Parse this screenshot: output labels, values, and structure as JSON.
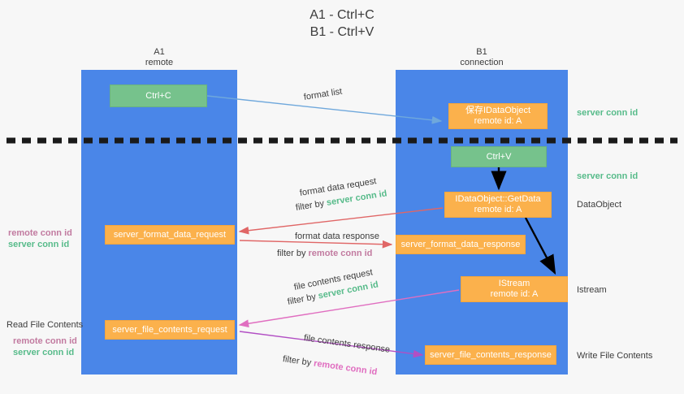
{
  "title": {
    "line1": "A1 - Ctrl+C",
    "line2": "B1 - Ctrl+V"
  },
  "lanes": [
    {
      "name": "A1",
      "sub": "remote",
      "color": "#4a86e8"
    },
    {
      "name": "B1",
      "sub": "connection",
      "color": "#4a86e8"
    }
  ],
  "colors": {
    "lane": "#4a86e8",
    "green_node": "#76c28c",
    "orange_node": "#fbb14c",
    "server_conn_id": "#57bb8a",
    "remote_conn_id": "#c27ba0",
    "file_contents_arrow": "#e06ec0",
    "format_arrow": "#e06666",
    "copy_arrow": "#6fa8dc",
    "black_arrow": "#000000",
    "divider": "#1a1a1a",
    "background": "#f7f7f7"
  },
  "nodes": {
    "ctrl_c": "Ctrl+C",
    "save_dataobject_line1": "保存IDataObject",
    "save_dataobject_line2": "remote id: A",
    "ctrl_v": "Ctrl+V",
    "getdata_line1": "IDataObject::GetData",
    "getdata_line2": "remote id: A",
    "istream_line1": "IStream",
    "istream_line2": "remote id: A",
    "server_format_data_request": "server_format_data_request",
    "server_format_data_response": "server_format_data_response",
    "server_file_contents_request": "server_file_contents_request",
    "server_file_contents_response": "server_file_contents_response"
  },
  "annotations": {
    "format_list": "format list",
    "format_data_request": "format data request",
    "format_data_response": "format data response",
    "file_contents_request": "file contents request",
    "file_contents_response": "file contents response",
    "filter_by": "filter by",
    "server_conn_id": "server conn id",
    "remote_conn_id": "remote conn id"
  },
  "right_labels": {
    "server_conn_id_top": "server conn id",
    "server_conn_id_mid": "server conn id",
    "dataobject": "DataObject",
    "istream": "Istream",
    "write_file_contents": "Write File Contents"
  },
  "left_labels": {
    "remote_conn_id_1": "remote conn id",
    "server_conn_id_1": "server conn id",
    "read_file_contents": "Read File Contents",
    "remote_conn_id_2": "remote conn id",
    "server_conn_id_2": "server conn id"
  }
}
